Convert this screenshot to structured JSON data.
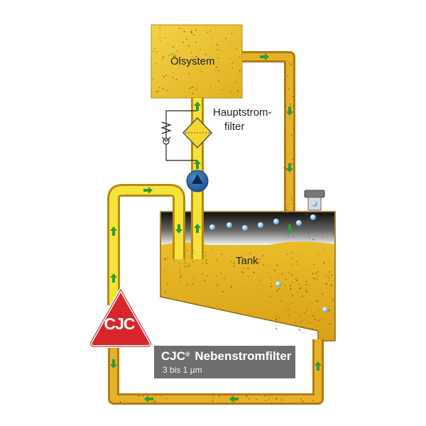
{
  "labels": {
    "oil_system": "Ölsystem",
    "main_filter_line1": "Hauptstrom-",
    "main_filter_line2": "filter",
    "tank": "Tank"
  },
  "logo": {
    "text": "CJC",
    "color": "#d8262c"
  },
  "bypass_filter": {
    "brand": "CJC",
    "registered_mark": "®",
    "title": "Nebenstromfilter",
    "rating": "3 bis 1 µm"
  },
  "colors": {
    "oil": "#e4b520",
    "oil_dark": "#c48a10",
    "pipe_yellow": "#f5e33a",
    "pipe_border": "#b88a10",
    "arrow": "#2e9b3a",
    "pump": "#2d6fb5",
    "water_drop": "#6ab0e0"
  },
  "icons": [
    "flow-arrow-icon",
    "pump-icon",
    "check-valve-icon",
    "water-drop-icon",
    "air-breather-icon"
  ]
}
